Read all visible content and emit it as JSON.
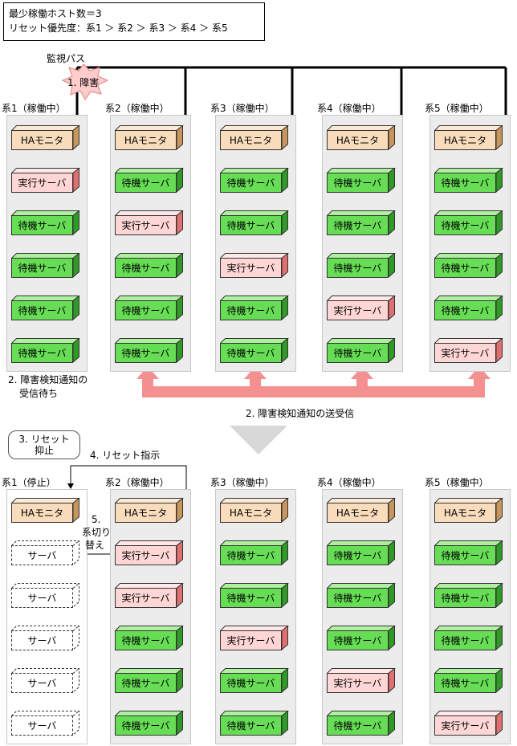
{
  "note": {
    "line1": "最少稼働ホスト数＝3",
    "line2": "リセット優先度：系1 ＞ 系2 ＞ 系3 ＞ 系4 ＞ 系5"
  },
  "monitor_path_label": "監視パス",
  "failure_label": "1. 障害",
  "top": {
    "columns": [
      {
        "title": "系1（稼働中）",
        "servers": [
          "HAモニタ",
          "実行サーバ",
          "待機サーバ",
          "待機サーバ",
          "待機サーバ",
          "待機サーバ"
        ]
      },
      {
        "title": "系2（稼働中）",
        "servers": [
          "HAモニタ",
          "待機サーバ",
          "実行サーバ",
          "待機サーバ",
          "待機サーバ",
          "待機サーバ"
        ]
      },
      {
        "title": "系3（稼働中）",
        "servers": [
          "HAモニタ",
          "待機サーバ",
          "待機サーバ",
          "実行サーバ",
          "待機サーバ",
          "待機サーバ"
        ]
      },
      {
        "title": "系4（稼働中）",
        "servers": [
          "HAモニタ",
          "待機サーバ",
          "待機サーバ",
          "待機サーバ",
          "実行サーバ",
          "待機サーバ"
        ]
      },
      {
        "title": "系5（稼働中）",
        "servers": [
          "HAモニタ",
          "待機サーバ",
          "待機サーバ",
          "待機サーバ",
          "待機サーバ",
          "実行サーバ"
        ]
      }
    ],
    "wait_label_1": "2. 障害検知通知の",
    "wait_label_2": "受信待ち",
    "sendrecv_label": "2. 障害検知通知の送受信"
  },
  "bottom": {
    "columns": [
      {
        "title": "系1（停止）",
        "servers": [
          "HAモニタ",
          "サーバ",
          "サーバ",
          "サーバ",
          "サーバ",
          "サーバ"
        ]
      },
      {
        "title": "系2（稼働中）",
        "servers": [
          "HAモニタ",
          "実行サーバ",
          "実行サーバ",
          "待機サーバ",
          "待機サーバ",
          "待機サーバ"
        ]
      },
      {
        "title": "系3（稼働中）",
        "servers": [
          "HAモニタ",
          "待機サーバ",
          "待機サーバ",
          "実行サーバ",
          "待機サーバ",
          "待機サーバ"
        ]
      },
      {
        "title": "系4（稼働中）",
        "servers": [
          "HAモニタ",
          "待機サーバ",
          "待機サーバ",
          "待機サーバ",
          "実行サーバ",
          "待機サーバ"
        ]
      },
      {
        "title": "系5（稼働中）",
        "servers": [
          "HAモニタ",
          "待機サーバ",
          "待機サーバ",
          "待機サーバ",
          "待機サーバ",
          "実行サーバ"
        ]
      }
    ],
    "reset_suppress_1": "3. リセット",
    "reset_suppress_2": "抑止",
    "reset_instruction": "4. リセット指示",
    "switch_1": "5.",
    "switch_2": "系切り",
    "switch_3": "替え"
  },
  "colors": {
    "standby": "#66dd55",
    "active": "#ffd6d6",
    "monitor": "#f8dcbc",
    "arrow": "#f59090"
  }
}
